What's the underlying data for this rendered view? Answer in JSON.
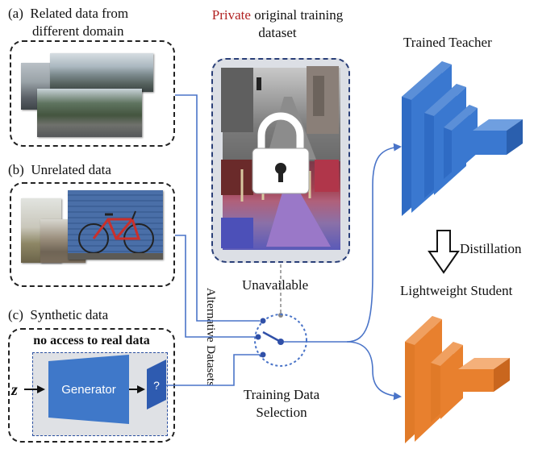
{
  "panels": {
    "related": {
      "marker": "(a)",
      "line1": "Related data from",
      "line2": "different domain"
    },
    "unrelated": {
      "marker": "(b)",
      "text": "Unrelated data"
    },
    "synthetic": {
      "marker": "(c)",
      "text": "Synthetic data",
      "no_access": "no access to real data",
      "generator": "Generator",
      "z_symbol": "z",
      "unknown_symbol": "?"
    }
  },
  "private": {
    "highlight": "Private",
    "rest": " original training",
    "line2": "dataset"
  },
  "switch": {
    "unavailable": "Unavailable",
    "alternative": "Alternative Datasets",
    "selection_line1": "Training Data",
    "selection_line2": "Selection"
  },
  "models": {
    "teacher": "Trained Teacher",
    "distillation": "Distillation",
    "student": "Lightweight Student"
  },
  "colors": {
    "private": "#b22222",
    "teacher": "#2f6bc4",
    "student": "#e8802e",
    "generator": "#3f78c9",
    "lines": "#4a74c8"
  }
}
